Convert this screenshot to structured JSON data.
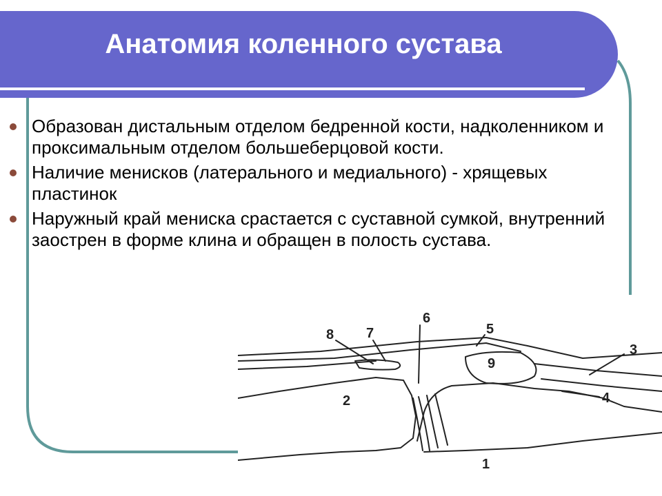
{
  "slide": {
    "title": "Анатомия коленного сустава",
    "accent_color": "#6666cc",
    "frame_color": "#5f9a9a",
    "bullet_color": "#8b4a3a",
    "bullets": [
      "Образован дистальным отделом бедренной кости, надколенником и проксимальным отделом большеберцовой кости.",
      "Наличие менисков (латерального и медиального) - хрящевых пластинок",
      "Наружный край мениска срастается с суставной сумкой, внутренний заострен в форме клина и обращен в полость сустава."
    ]
  },
  "figure": {
    "labels": [
      "1",
      "2",
      "3",
      "4",
      "5",
      "6",
      "7",
      "8",
      "9"
    ]
  }
}
